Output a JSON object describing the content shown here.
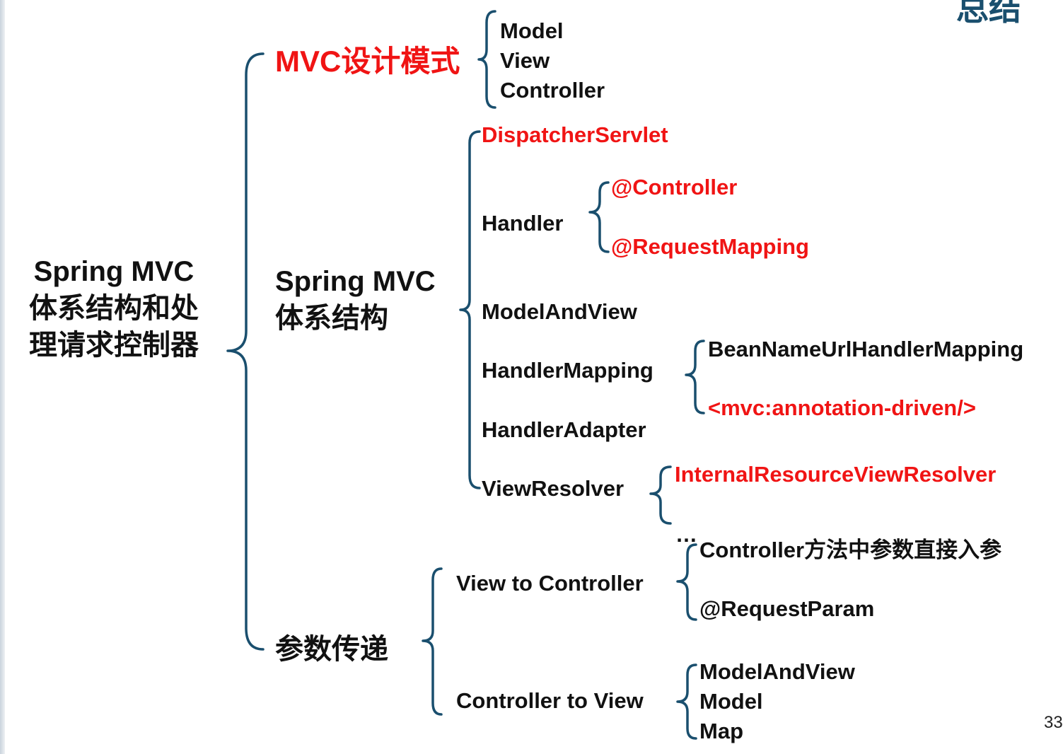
{
  "header_fragment": "总结",
  "page_number": "33",
  "root": {
    "line1": "Spring MVC",
    "line2": "体系结构和处",
    "line3": "理请求控制器"
  },
  "mvc": {
    "label": "MVC设计模式",
    "items": [
      "Model",
      "View",
      "Controller"
    ]
  },
  "architecture": {
    "line1": "Spring MVC",
    "line2": "体系结构",
    "dispatcher": "DispatcherServlet",
    "handler": {
      "label": "Handler",
      "items": [
        "@Controller",
        "@RequestMapping"
      ]
    },
    "model_and_view": "ModelAndView",
    "handler_mapping": {
      "label": "HandlerMapping",
      "items": [
        "BeanNameUrlHandlerMapping",
        "<mvc:annotation-driven/>"
      ]
    },
    "handler_adapter": "HandlerAdapter",
    "view_resolver": {
      "label": "ViewResolver",
      "items": [
        "InternalResourceViewResolver",
        "…"
      ]
    }
  },
  "params": {
    "label": "参数传递",
    "view_to_controller": {
      "label": "View to Controller",
      "items": [
        "Controller方法中参数直接入参",
        "@RequestParam"
      ]
    },
    "controller_to_view": {
      "label": "Controller to View",
      "items": [
        "ModelAndView",
        "Model",
        "Map"
      ]
    }
  },
  "colors": {
    "brace": "#1a4f6e",
    "highlight": "#f01414",
    "text": "#111111"
  }
}
